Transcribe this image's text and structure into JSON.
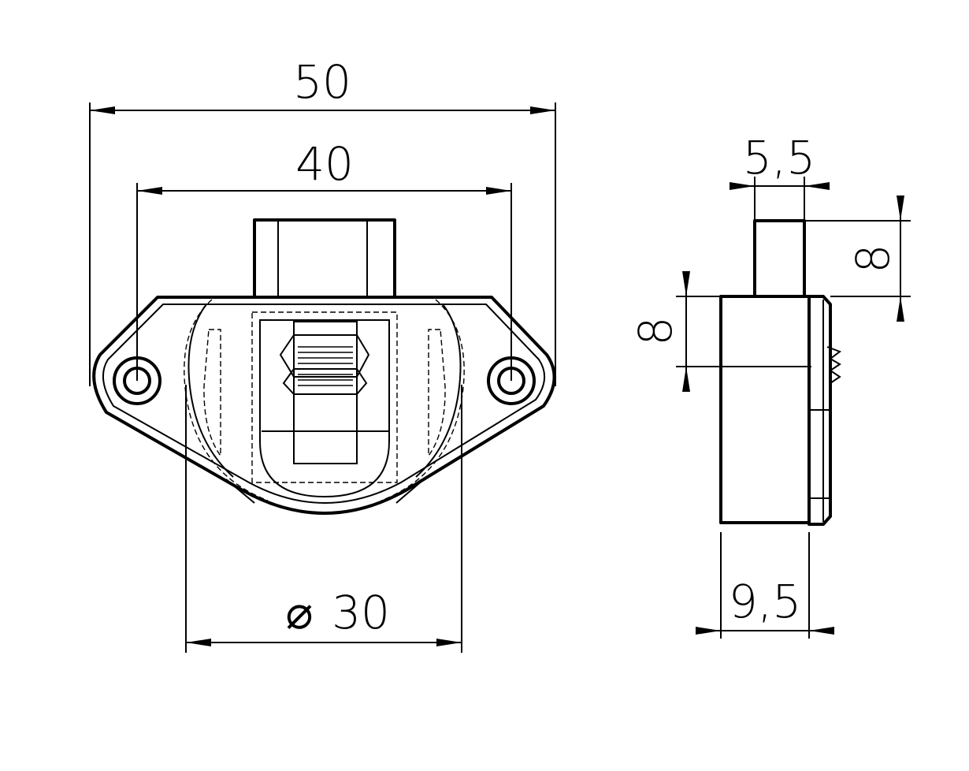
{
  "front_view": {
    "overall_width": "50",
    "hole_spacing": "40",
    "diameter_symbol": "⌀",
    "diameter_value": "30"
  },
  "side_view": {
    "pin_width": "5,5",
    "pin_height": "8",
    "body_offset": "8",
    "body_depth": "9,5"
  }
}
